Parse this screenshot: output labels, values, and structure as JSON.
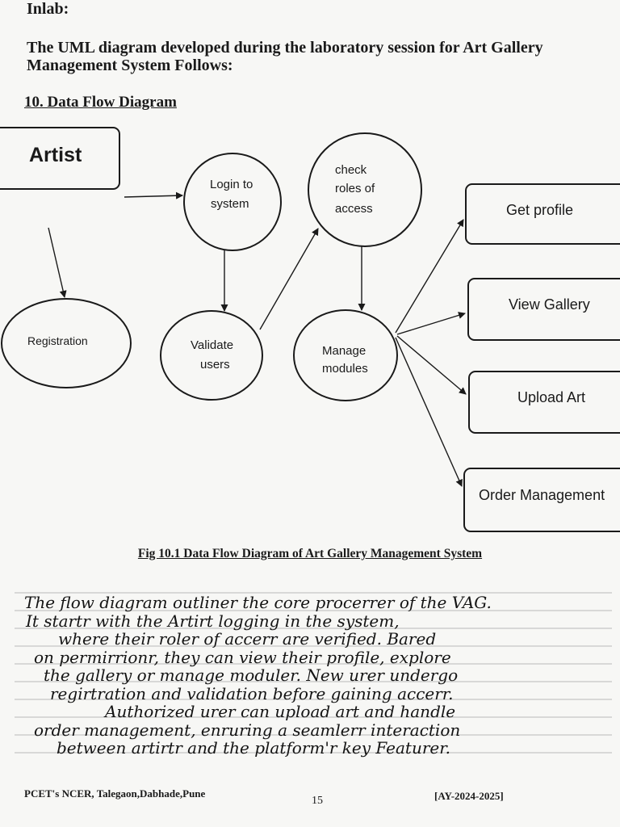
{
  "header": {
    "title": "Inlab:",
    "intro": "The UML diagram developed during the laboratory session for Art Gallery Management System Follows:",
    "section": "10. Data Flow Diagram"
  },
  "diagram": {
    "artist": "Artist",
    "login_line1": "Login to",
    "login_line2": "system",
    "check_line1": "check",
    "check_line2": "roles of",
    "check_line3": "access",
    "registration": "Registration",
    "validate_line1": "Validate",
    "validate_line2": "users",
    "manage_line1": "Manage",
    "manage_line2": "modules",
    "get_profile": "Get profile",
    "view_gallery": "View Gallery",
    "upload_art": "Upload Art",
    "order_management": "Order Management"
  },
  "caption": "Fig 10.1 Data Flow Diagram of Art Gallery Management System",
  "handwriting": [
    "The flow diagram outliner the core procerrer of the VAG.",
    "It startr with the Artirt logging in the system,",
    "where their roler of accerr are verified. Bared",
    "on permirrionr, they can view their profile, explore",
    "the gallery or manage moduler. New urer undergo",
    "regirtration and validation before gaining accerr.",
    "Authorized urer can upload art and handle",
    "order management, enruring a seamlerr interaction",
    "between artirtr and the platform'r key Featurer."
  ],
  "footer": {
    "left": "PCET's NCER, Talegaon,Dabhade,Pune",
    "page": "15",
    "right": "[AY-2024-2025]"
  }
}
